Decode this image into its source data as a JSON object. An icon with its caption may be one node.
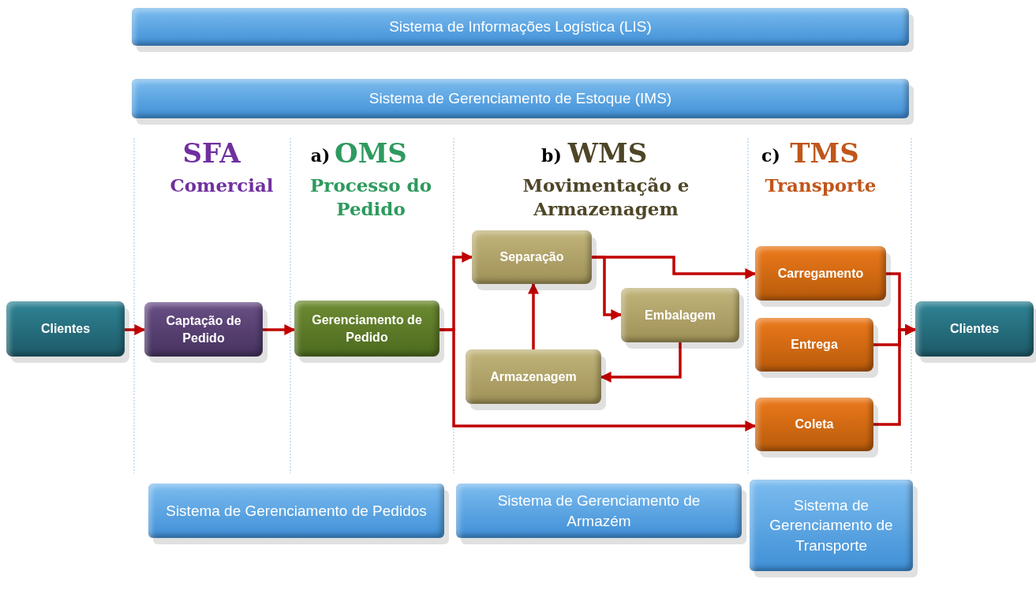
{
  "diagram": {
    "nodes": [
      {
        "text": [
          "Sistema de Informações Logística (LIS)"
        ]
      },
      {
        "text": [
          "Sistema de Gerenciamento de Estoque (IMS)"
        ]
      },
      {
        "text": [
          "Clientes"
        ]
      },
      {
        "text": [
          "Captação de Pedido"
        ]
      },
      {
        "text": [
          "Gerenciamento de Pedido"
        ]
      },
      {
        "text": [
          "Separação"
        ]
      },
      {
        "text": [
          "Embalagem"
        ]
      },
      {
        "text": [
          "Armazenagem"
        ]
      },
      {
        "text": [
          "Carregamento"
        ]
      },
      {
        "text": [
          "Entrega"
        ]
      },
      {
        "text": [
          "Coleta"
        ]
      },
      {
        "text": [
          "Clientes"
        ]
      },
      {
        "text": [
          "Sistema de Gerenciamento de Pedidos"
        ]
      },
      {
        "text": [
          "Sistema de Gerenciamento de Armazém"
        ]
      },
      {
        "text": [
          "Sistema de Gerenciamento de Transporte"
        ]
      }
    ],
    "edges": [
      {
        "from": 2,
        "to": 3,
        "arrow": "to"
      },
      {
        "from": 3,
        "to": 4,
        "arrow": "to"
      },
      {
        "from": 4,
        "to": 5,
        "arrow": "to"
      },
      {
        "from": 4,
        "to": 10,
        "arrow": "to"
      },
      {
        "from": 5,
        "to": 6,
        "arrow": "to"
      },
      {
        "from": 5,
        "to": 8,
        "arrow": "to"
      },
      {
        "from": 6,
        "to": 7,
        "arrow": "to"
      },
      {
        "from": 7,
        "to": 5,
        "arrow": "to"
      },
      {
        "from": 8,
        "to": 11,
        "arrow": "to"
      },
      {
        "from": 9,
        "to": 11,
        "arrow": "to"
      },
      {
        "from": 10,
        "to": 11,
        "arrow": "to"
      }
    ],
    "labels": [
      "SFA",
      "Comercial",
      "a)",
      "OMS",
      "Processo do Pedido",
      "b)",
      "WMS",
      "Movimentação e Armazenagem",
      "c)",
      "TMS",
      "Transporte"
    ]
  }
}
